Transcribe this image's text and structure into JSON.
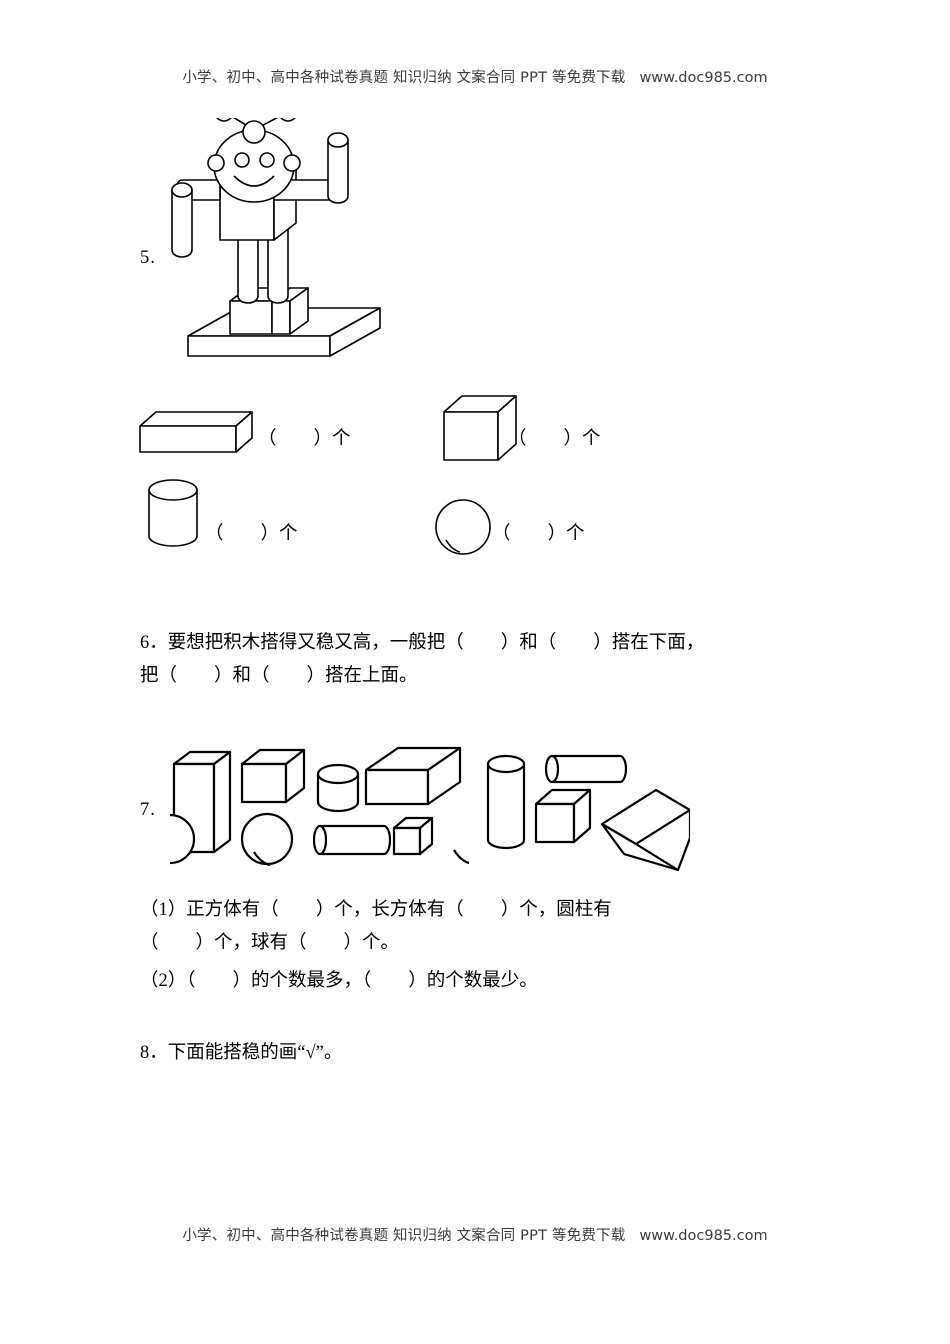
{
  "watermark": {
    "text": "小学、初中、高中各种试卷真题 知识归纳 文案合同 PPT 等免费下载",
    "url": "www.doc985.com"
  },
  "questions": {
    "q5": {
      "number": "5.",
      "figure_name": "robot-built-from-solids",
      "counts": [
        {
          "shape": "cuboid",
          "label": "（        ）个"
        },
        {
          "shape": "cube",
          "label": "（        ）个"
        },
        {
          "shape": "cylinder",
          "label": "（        ）个"
        },
        {
          "shape": "sphere",
          "label": "（        ）个"
        }
      ]
    },
    "q6": {
      "line1": "6．要想把积木搭得又稳又高，一般把（        ）和（        ）搭在下面，",
      "line2": "把（        ）和（        ）搭在上面。"
    },
    "q7": {
      "number": "7.",
      "shapes": [
        "tall-cuboid",
        "cube",
        "cylinder-upright-wide",
        "cuboid-flat",
        "cylinder-tall",
        "cylinder-lying-right",
        "sphere-small-left",
        "cylinder-lying-left",
        "cube-small",
        "sphere-small-right",
        "cube-right",
        "cuboid-tilted"
      ],
      "sub1_line1": "（1）正方体有（        ）个，长方体有（        ）个，圆柱有",
      "sub1_line2": "（        ）个，球有（        ）个。",
      "sub2": "（2）（        ）的个数最多，（        ）的个数最少。"
    },
    "q8": {
      "text": "8．下面能搭稳的画“√”。"
    }
  }
}
